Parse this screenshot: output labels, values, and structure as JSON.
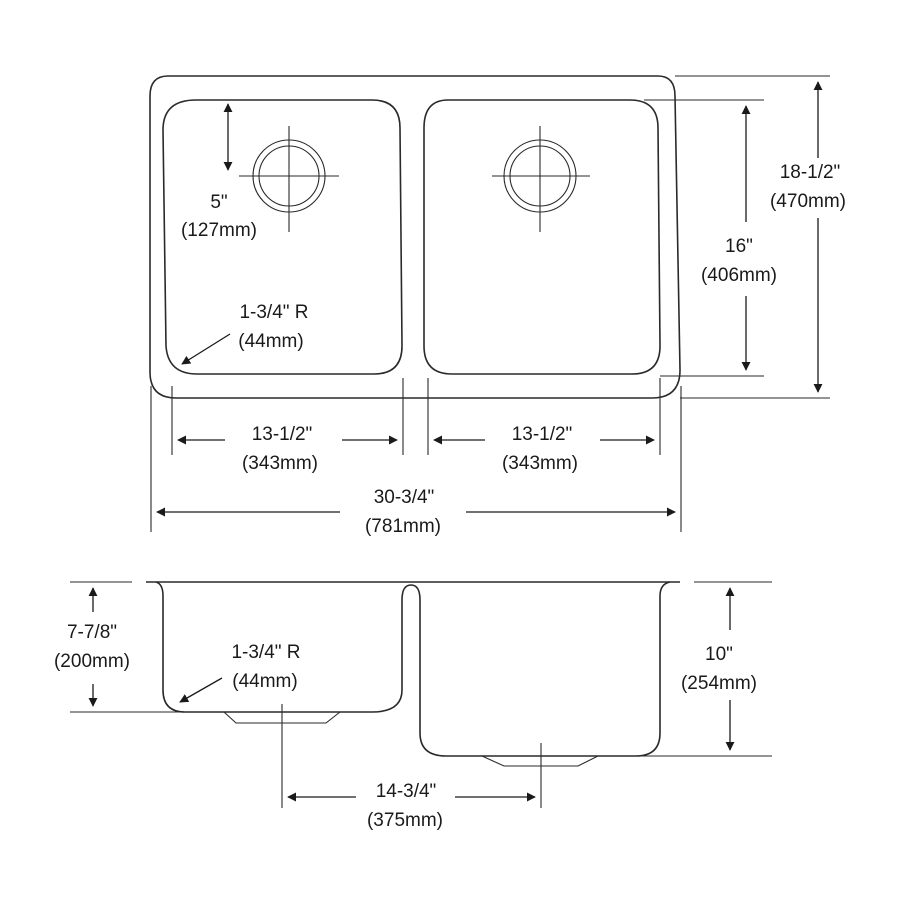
{
  "colors": {
    "line": "#2a2a2a",
    "text": "#1a1a1a",
    "background": "#ffffff"
  },
  "labels": {
    "drain_offset_in": "5\"",
    "drain_offset_mm": "(127mm)",
    "corner_radius_top_in": "1-3/4\" R",
    "corner_radius_top_mm": "(44mm)",
    "bowl_depth_in": "16\"",
    "bowl_depth_mm": "(406mm)",
    "overall_depth_in": "18-1/2\"",
    "overall_depth_mm": "(470mm)",
    "left_bowl_width_in": "13-1/2\"",
    "left_bowl_width_mm": "(343mm)",
    "right_bowl_width_in": "13-1/2\"",
    "right_bowl_width_mm": "(343mm)",
    "overall_width_in": "30-3/4\"",
    "overall_width_mm": "(781mm)",
    "left_bowl_height_in": "7-7/8\"",
    "left_bowl_height_mm": "(200mm)",
    "corner_radius_side_in": "1-3/4\" R",
    "corner_radius_side_mm": "(44mm)",
    "right_bowl_height_in": "10\"",
    "right_bowl_height_mm": "(254mm)",
    "drain_spacing_in": "14-3/4\"",
    "drain_spacing_mm": "(375mm)"
  }
}
